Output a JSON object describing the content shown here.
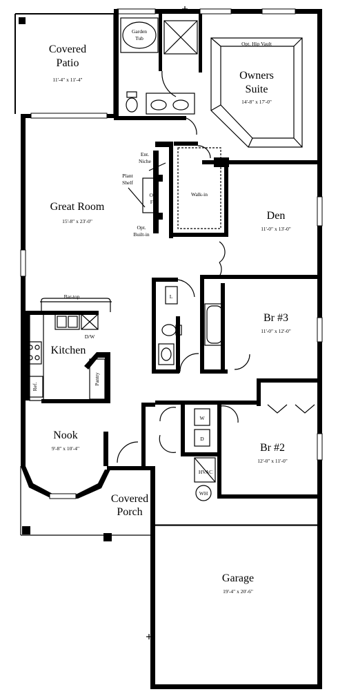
{
  "rooms": {
    "covered_patio": {
      "line1": "Covered",
      "line2": "Patio",
      "dims": "11'-4\" x 11'-4\""
    },
    "garden_tub": {
      "line1": "Garden",
      "line2": "Tub"
    },
    "opt_hip_vault": "Opt. Hip Vault",
    "owners_suite": {
      "line1": "Owners",
      "line2": "Suite",
      "dims": "14'-8\" x 17'-0\""
    },
    "ent_niche": {
      "line1": "Ent.",
      "line2": "Niche"
    },
    "plant_shelf": {
      "line1": "Plant",
      "line2": "Shelf"
    },
    "opt_fp": {
      "line1": "Opt.",
      "line2": "F/P"
    },
    "opt_builtin": {
      "line1": "Opt.",
      "line2": "Built-in"
    },
    "walk_in": "Walk-in",
    "great_room": {
      "name": "Great Room",
      "dims": "15'-8\" x 23'-0\""
    },
    "den": {
      "name": "Den",
      "dims": "11'-0\" x 13'-0\""
    },
    "bar_top": "Bar-top",
    "dw": "D/W",
    "kitchen": "Kitchen",
    "pantry": "Pantry",
    "ref": "Ref.",
    "linen": "L",
    "br3": {
      "name": "Br #3",
      "dims": "11'-0\" x 12'-0\""
    },
    "washer": "W",
    "dryer": "D",
    "nook": {
      "name": "Nook",
      "dims": "9'-8\" x 10'-4\""
    },
    "br2": {
      "name": "Br #2",
      "dims": "12'-0\" x 11'-0\""
    },
    "hvac": "HVAC",
    "wh": "WH",
    "covered_porch": {
      "line1": "Covered",
      "line2": "Porch"
    },
    "garage": {
      "name": "Garage",
      "dims": "19'-4\" x 20'-6\""
    }
  }
}
